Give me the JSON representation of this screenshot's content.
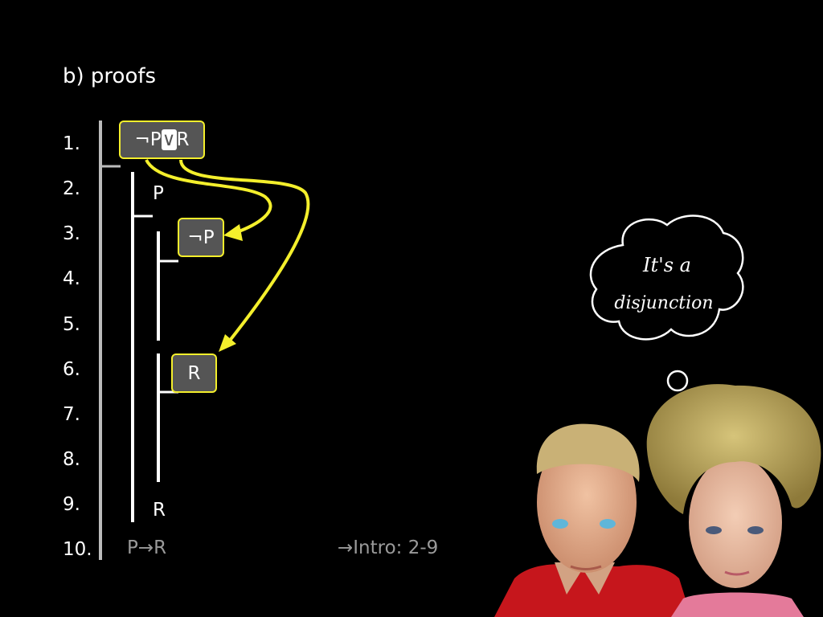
{
  "slide": {
    "heading": "b) proofs"
  },
  "proof": {
    "line_numbers": [
      "1.",
      "2.",
      "3.",
      "4.",
      "5.",
      "6.",
      "7.",
      "8.",
      "9.",
      "10."
    ],
    "premise_left": "¬P",
    "premise_connective": "∨",
    "premise_right": "R",
    "assumption_P": "P",
    "assumption_notP": "¬P",
    "assumption_R": "R",
    "line9_formula": "R",
    "conclusion": "P→R",
    "justification": "→Intro: 2-9"
  },
  "thought_bubble": {
    "line1": "It's a",
    "line2": "disjunction"
  },
  "colors": {
    "background": "#000000",
    "highlight_border": "#f4ef2c",
    "highlight_fill": "#555555",
    "arrow": "#f4ef2c",
    "muted_text": "#9a9a9a"
  }
}
